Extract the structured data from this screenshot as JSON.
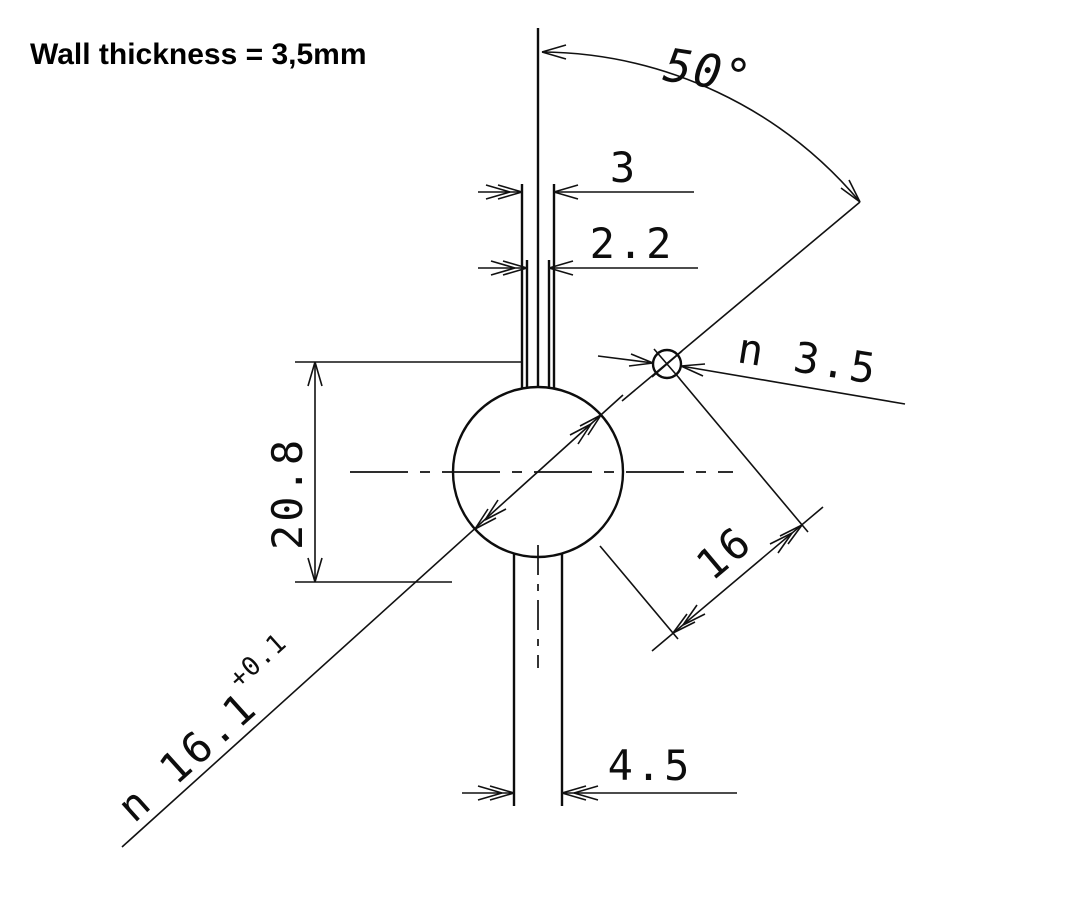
{
  "note": {
    "wall_thickness_label": "Wall thickness = 3,5mm"
  },
  "dimensions": {
    "slot_top_width": "3",
    "slot_inner_width": "2.2",
    "bore_height": "20.8",
    "slot_bottom_width": "4.5",
    "angle": "50°",
    "small_hole_diameter": "n 3.5",
    "hole_spacing": "16",
    "bore_diameter": "n 16.1",
    "bore_tolerance": "+0.1"
  },
  "colors": {
    "line": "#0d0d0d",
    "background": "#ffffff"
  }
}
